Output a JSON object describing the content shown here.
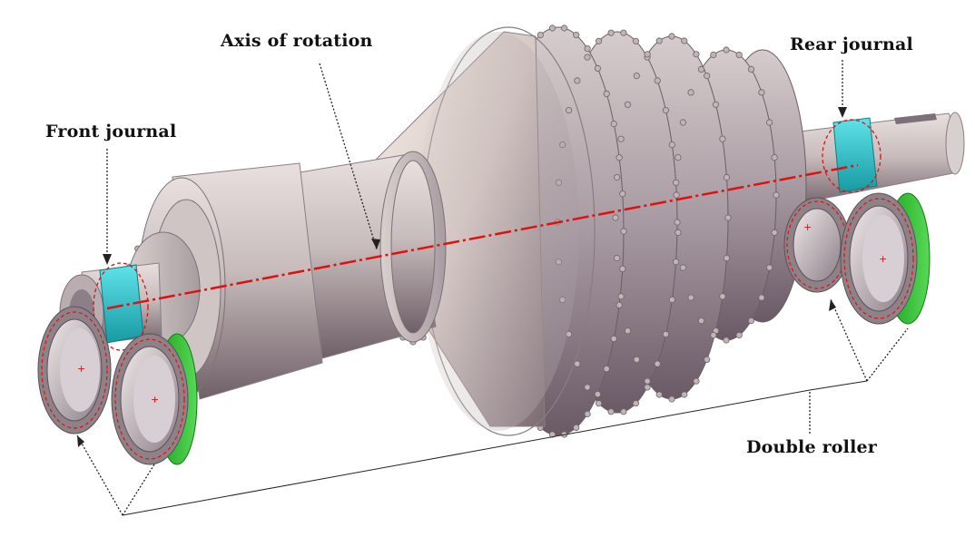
{
  "labels": {
    "axis": "Axis of rotation",
    "rear": "Rear journal",
    "front": "Front journal",
    "double": "Double roller"
  },
  "colors": {
    "metal": "#c9bfbf",
    "metal_dark": "#8e8286",
    "journal": "#2ec8d0",
    "roller_ring": "#3cc43c",
    "axis_line": "#e01010",
    "leader": "#222222"
  },
  "icons": {
    "rotor": "rotating-drum-cylinder",
    "roller": "bearing-roller-ring"
  }
}
